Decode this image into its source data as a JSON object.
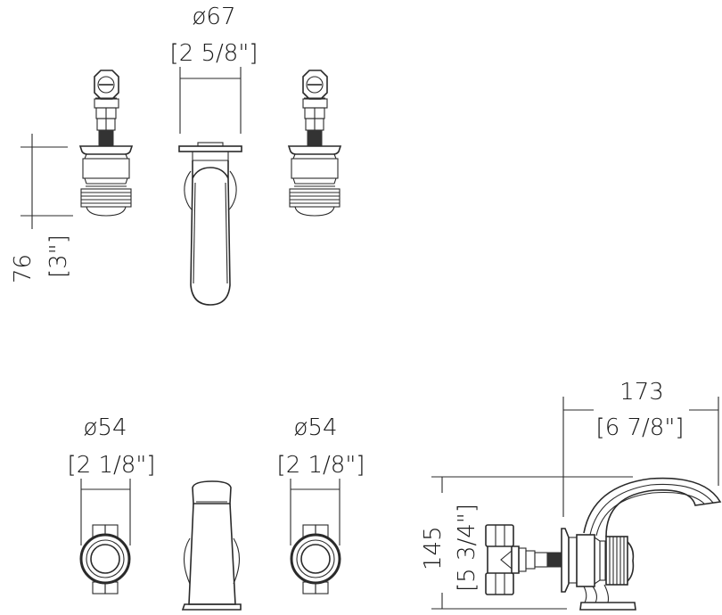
{
  "drawing": {
    "title": "Three-hole basin tap set dimension drawing",
    "line_color": "#2a2a2a",
    "background": "#ffffff",
    "views": {
      "top_row": {
        "description": "Front elevation: two valve handles and spout",
        "dimensions": {
          "spout_diameter": {
            "mm": "ø67",
            "inch": "[2 5/8\"]"
          },
          "valve_height": {
            "mm": "76",
            "inch": "[3\"]"
          }
        }
      },
      "bottom_left": {
        "description": "Plan view: two handles and spout",
        "dimensions": {
          "left_handle_diameter": {
            "mm": "ø54",
            "inch": "[2 1/8\"]"
          },
          "right_handle_diameter": {
            "mm": "ø54",
            "inch": "[2 1/8\"]"
          }
        }
      },
      "bottom_right": {
        "description": "Side elevation of spout with valve and tee connector",
        "dimensions": {
          "spout_reach": {
            "mm": "173",
            "inch": "[6 7/8\"]"
          },
          "total_height": {
            "mm": "145",
            "inch": "[5 3/4\"]"
          }
        }
      }
    }
  }
}
